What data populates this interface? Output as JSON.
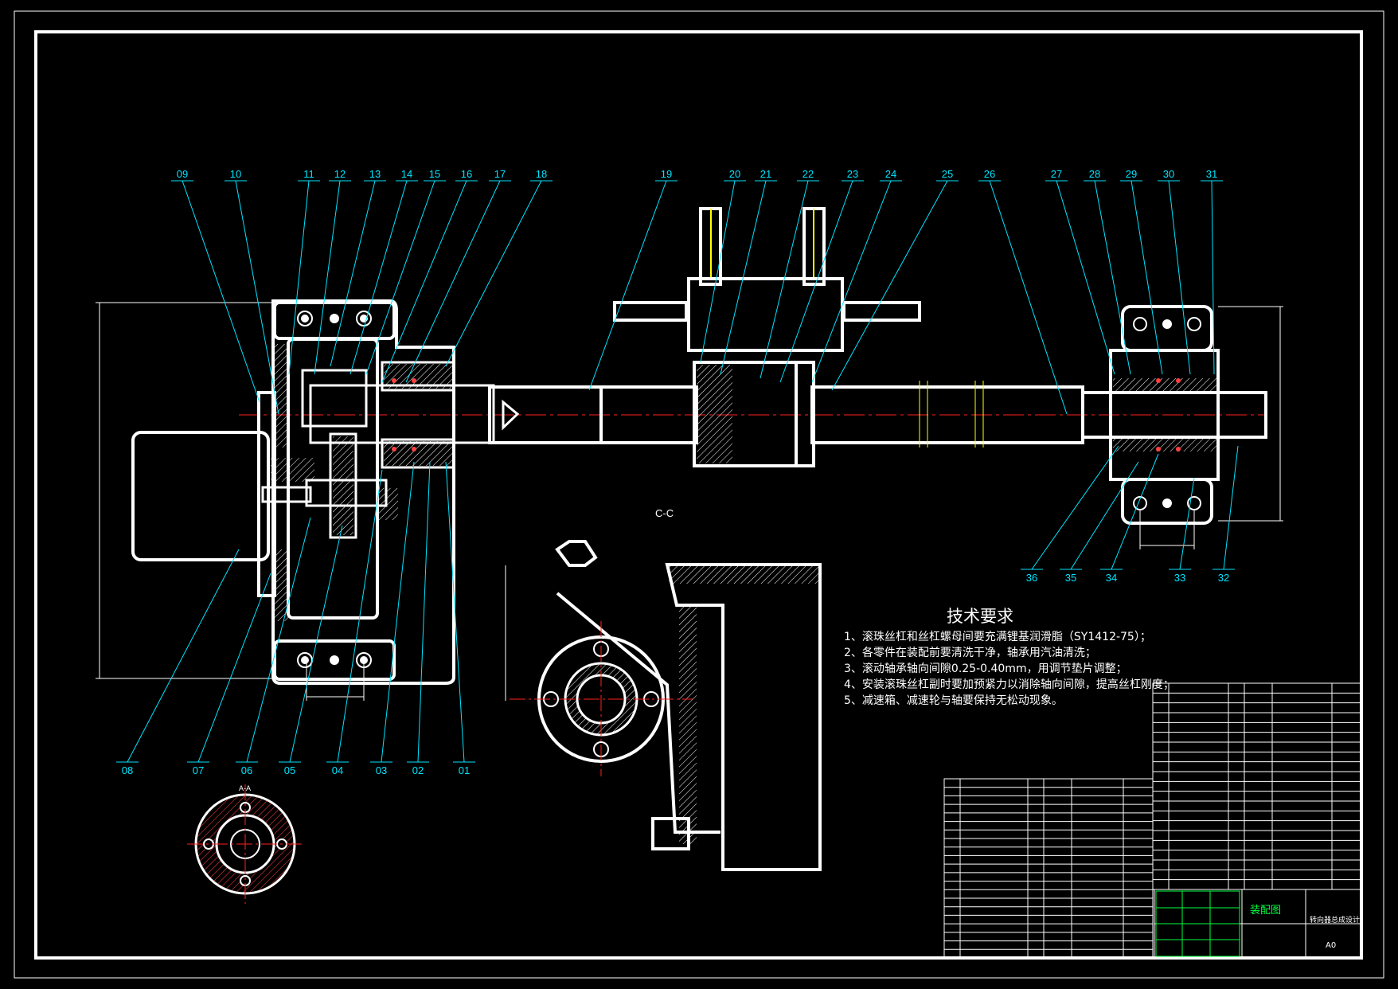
{
  "part_labels_top": [
    "09",
    "10",
    "11",
    "12",
    "13",
    "14",
    "15",
    "16",
    "17",
    "18",
    "19",
    "20",
    "21",
    "22",
    "23",
    "24",
    "25",
    "26",
    "27",
    "28",
    "29",
    "30",
    "31"
  ],
  "part_labels_bottom_left": [
    "08",
    "07",
    "06",
    "05",
    "04",
    "03",
    "02",
    "01"
  ],
  "part_labels_bottom_right": [
    "36",
    "35",
    "34",
    "33",
    "32"
  ],
  "section_view_cc": "C-C",
  "section_view_aa": "A-A",
  "tech_requirements": {
    "title": "技术要求",
    "items": [
      "1、滚珠丝杠和丝杠螺母间要充满锂基润滑脂（SY1412-75）；",
      "2、各零件在装配前要清洗干净，轴承用汽油清洗；",
      "3、滚动轴承轴向间隙0.25-0.40mm，用调节垫片调整；",
      "4、安装滚珠丝杠副时要加预紧力以消除轴向间隙，提高丝杠刚度；",
      "5、减速箱、减速轮与轴要保持无松动现象。"
    ]
  },
  "title_block": {
    "drawing_name": "装配图",
    "project": "转向器总成设计",
    "size": "A0"
  },
  "colors": {
    "background": "#000000",
    "outline": "#ffffff",
    "leader": "#00e5ff",
    "centerline": "#ff2020",
    "hatch": "#ffffff",
    "highlight": "#ffff00"
  }
}
